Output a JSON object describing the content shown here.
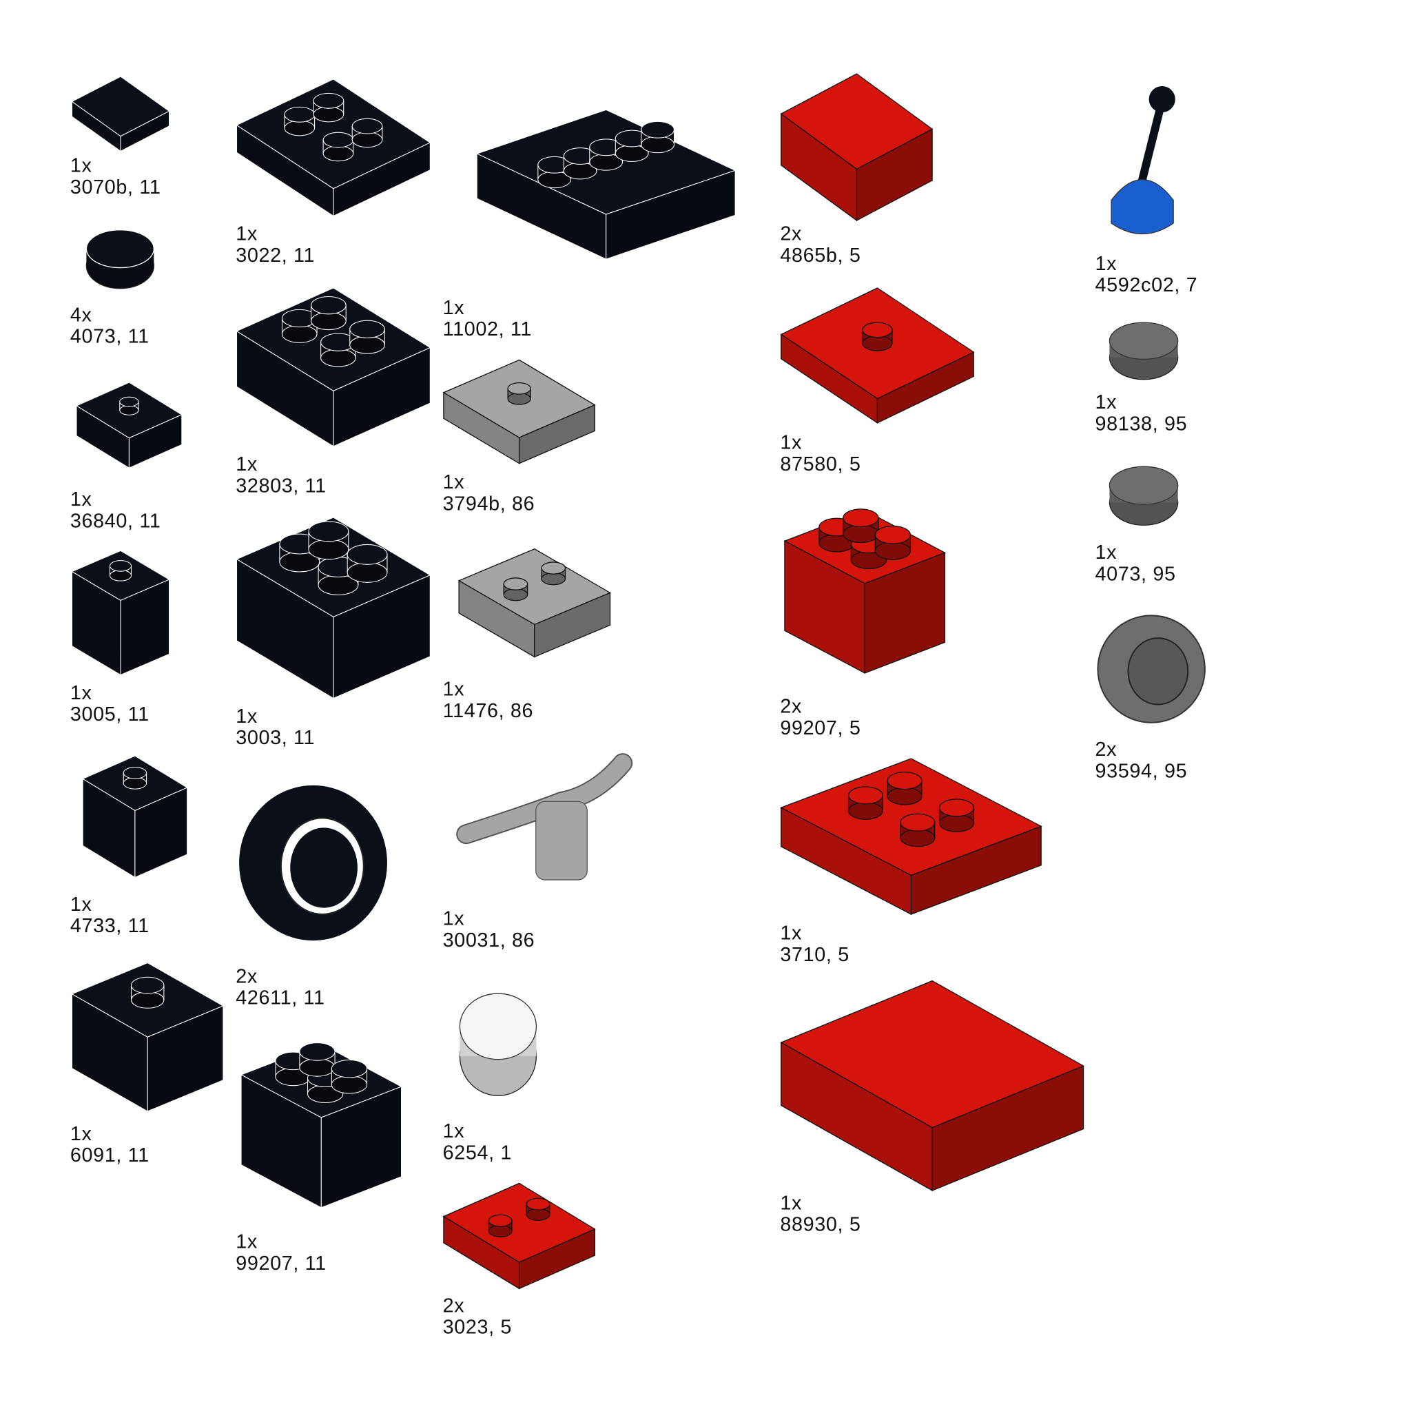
{
  "colors": {
    "11": "#0b0f18",
    "86": "#a3a5a7",
    "5": "#d5140c",
    "1": "#f6f6f6",
    "7": "#1a5fd0",
    "95": "#6e6e6e"
  },
  "parts": [
    {
      "qty": "1x",
      "id": "3070b, 11",
      "color": "11"
    },
    {
      "qty": "4x",
      "id": "4073, 11",
      "color": "11"
    },
    {
      "qty": "1x",
      "id": "36840, 11",
      "color": "11"
    },
    {
      "qty": "1x",
      "id": "3005, 11",
      "color": "11"
    },
    {
      "qty": "1x",
      "id": "4733, 11",
      "color": "11"
    },
    {
      "qty": "1x",
      "id": "6091, 11",
      "color": "11"
    },
    {
      "qty": "1x",
      "id": "3022, 11",
      "color": "11"
    },
    {
      "qty": "1x",
      "id": "32803, 11",
      "color": "11"
    },
    {
      "qty": "1x",
      "id": "3003, 11",
      "color": "11"
    },
    {
      "qty": "2x",
      "id": "42611, 11",
      "color": "11"
    },
    {
      "qty": "1x",
      "id": "99207, 11",
      "color": "11"
    },
    {
      "qty": "1x",
      "id": "11002, 11",
      "color": "11"
    },
    {
      "qty": "1x",
      "id": "3794b, 86",
      "color": "86"
    },
    {
      "qty": "1x",
      "id": "11476, 86",
      "color": "86"
    },
    {
      "qty": "1x",
      "id": "30031, 86",
      "color": "86"
    },
    {
      "qty": "1x",
      "id": "6254, 1",
      "color": "1"
    },
    {
      "qty": "2x",
      "id": "3023, 5",
      "color": "5"
    },
    {
      "qty": "2x",
      "id": "4865b, 5",
      "color": "5"
    },
    {
      "qty": "1x",
      "id": "87580, 5",
      "color": "5"
    },
    {
      "qty": "2x",
      "id": "99207, 5",
      "color": "5"
    },
    {
      "qty": "1x",
      "id": "3710, 5",
      "color": "5"
    },
    {
      "qty": "1x",
      "id": "88930, 5",
      "color": "5"
    },
    {
      "qty": "1x",
      "id": "4592c02, 7",
      "color": "7"
    },
    {
      "qty": "1x",
      "id": "98138, 95",
      "color": "95"
    },
    {
      "qty": "1x",
      "id": "4073, 95",
      "color": "95"
    },
    {
      "qty": "2x",
      "id": "93594, 95",
      "color": "95"
    }
  ]
}
